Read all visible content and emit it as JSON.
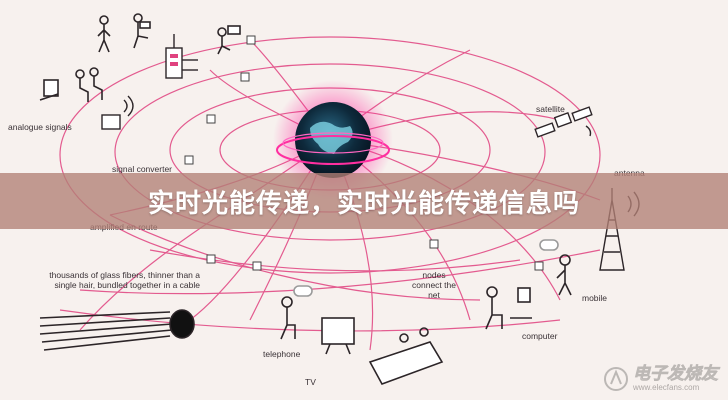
{
  "banner": {
    "title": "实时光能传递，实时光能传递信息吗"
  },
  "labels": {
    "analogue_signals": "analogue signals",
    "signal_converter": "signal converter",
    "amplified": "amplified en route",
    "satellite": "satellite",
    "antenna": "antenna",
    "glass_fibers": "thousands of glass fibers, thinner than a single hair, bundled together in a cable",
    "nodes": "nodes connect the net",
    "mobile": "mobile",
    "computer": "computer",
    "telephone": "telephone",
    "tv": "TV"
  },
  "watermark": {
    "title": "电子发烧友",
    "url": "www.elecfans.com"
  },
  "colors": {
    "network_lines": "#e0427f",
    "globe_glow": "#ff2fa0",
    "banner": "#b28076",
    "ink": "#2c2528"
  }
}
